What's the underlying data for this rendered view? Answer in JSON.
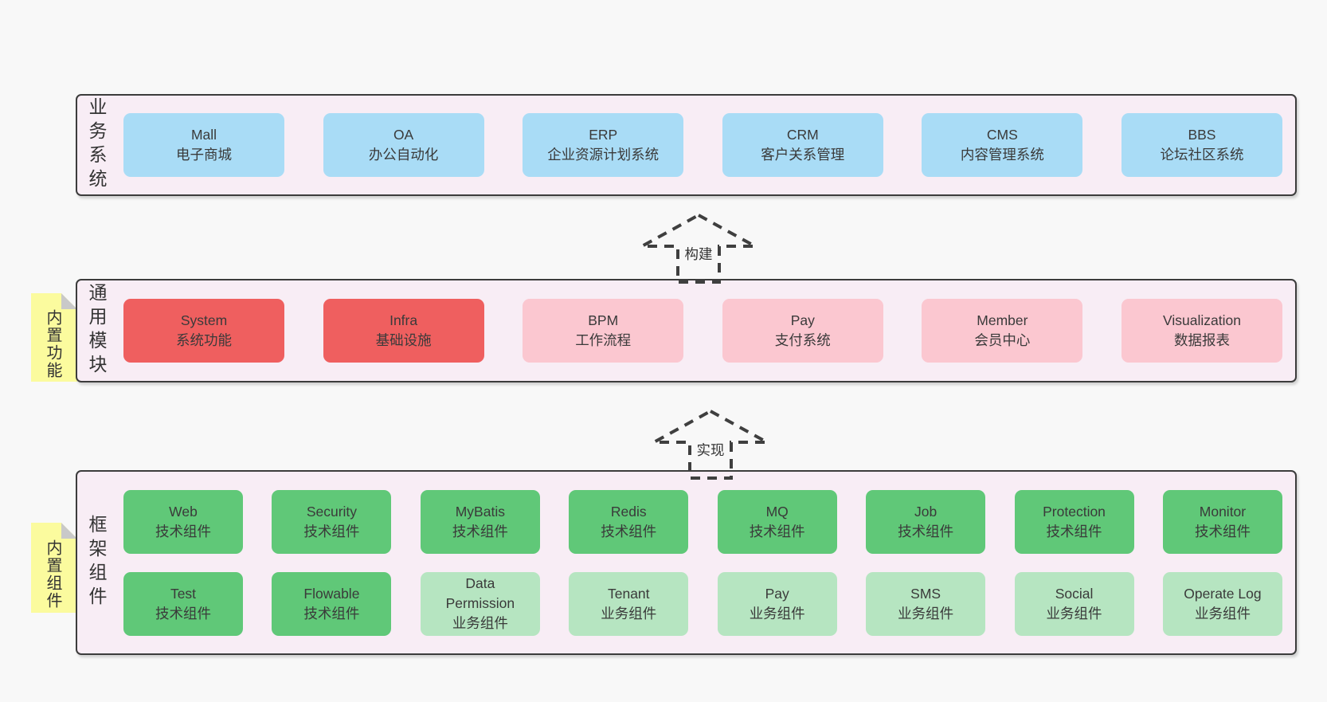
{
  "diagram": {
    "layers": [
      {
        "label": "业务系统",
        "sticky": null,
        "rows": [
          [
            {
              "name": "Mall",
              "desc": "电子商城",
              "variant": "blue"
            },
            {
              "name": "OA",
              "desc": "办公自动化",
              "variant": "blue"
            },
            {
              "name": "ERP",
              "desc": "企业资源计划系统",
              "variant": "blue"
            },
            {
              "name": "CRM",
              "desc": "客户关系管理",
              "variant": "blue"
            },
            {
              "name": "CMS",
              "desc": "内容管理系统",
              "variant": "blue"
            },
            {
              "name": "BBS",
              "desc": "论坛社区系统",
              "variant": "blue"
            }
          ]
        ]
      },
      {
        "label": "通用模块",
        "sticky": "内置功能",
        "rows": [
          [
            {
              "name": "System",
              "desc": "系统功能",
              "variant": "red"
            },
            {
              "name": "Infra",
              "desc": "基础设施",
              "variant": "red"
            },
            {
              "name": "BPM",
              "desc": "工作流程",
              "variant": "pink"
            },
            {
              "name": "Pay",
              "desc": "支付系统",
              "variant": "pink"
            },
            {
              "name": "Member",
              "desc": "会员中心",
              "variant": "pink"
            },
            {
              "name": "Visualization",
              "desc": "数据报表",
              "variant": "pink"
            }
          ]
        ]
      },
      {
        "label": "框架组件",
        "sticky": "内置组件",
        "rows": [
          [
            {
              "name": "Web",
              "desc": "技术组件",
              "variant": "gdark"
            },
            {
              "name": "Security",
              "desc": "技术组件",
              "variant": "gdark"
            },
            {
              "name": "MyBatis",
              "desc": "技术组件",
              "variant": "gdark"
            },
            {
              "name": "Redis",
              "desc": "技术组件",
              "variant": "gdark"
            },
            {
              "name": "MQ",
              "desc": "技术组件",
              "variant": "gdark"
            },
            {
              "name": "Job",
              "desc": "技术组件",
              "variant": "gdark"
            },
            {
              "name": "Protection",
              "desc": "技术组件",
              "variant": "gdark"
            },
            {
              "name": "Monitor",
              "desc": "技术组件",
              "variant": "gdark"
            }
          ],
          [
            {
              "name": "Test",
              "desc": "技术组件",
              "variant": "gdark"
            },
            {
              "name": "Flowable",
              "desc": "技术组件",
              "variant": "gdark"
            },
            {
              "name": "Data Permission",
              "desc": "业务组件",
              "variant": "glight"
            },
            {
              "name": "Tenant",
              "desc": "业务组件",
              "variant": "glight"
            },
            {
              "name": "Pay",
              "desc": "业务组件",
              "variant": "glight"
            },
            {
              "name": "SMS",
              "desc": "业务组件",
              "variant": "glight"
            },
            {
              "name": "Social",
              "desc": "业务组件",
              "variant": "glight"
            },
            {
              "name": "Operate Log",
              "desc": "业务组件",
              "variant": "glight"
            }
          ]
        ]
      }
    ],
    "arrows": [
      {
        "label": "构建"
      },
      {
        "label": "实现"
      }
    ]
  },
  "colors": {
    "page_bg": "#f8f8f8",
    "panel_bg": "#f8edf5",
    "panel_border": "#3c3c3c",
    "box_blue": "#a9dcf6",
    "box_red": "#ef5f5f",
    "box_pink": "#fbc7d0",
    "box_green_dark": "#60c878",
    "box_green_light": "#b6e5c1",
    "sticky_bg": "#fbfb9e",
    "sticky_fold": "#c9c9c9",
    "text": "#3a3a3a",
    "arrow_stroke": "#3f3f3f"
  }
}
